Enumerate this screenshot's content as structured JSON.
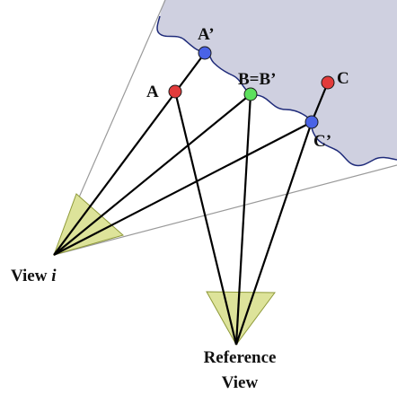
{
  "diagram": {
    "points": {
      "a": "A",
      "a_prime": "A’",
      "b": "B=B’",
      "c": "C",
      "c_prime": "C’"
    },
    "views": {
      "view_i_prefix": "View ",
      "view_i_var": "i",
      "reference_line1": "Reference",
      "reference_line2": "View"
    },
    "colors": {
      "surface_fill": "#cfd0e0",
      "surface_edge": "#1f2b7a",
      "frustum_fill": "#dde39a",
      "frustum_edge": "#8f9a3a",
      "ray": "#000000",
      "frustum_bound": "#9a9a9a",
      "point_red": "#e23b3b",
      "point_blue": "#4a63e6",
      "point_green": "#5de05d"
    }
  }
}
